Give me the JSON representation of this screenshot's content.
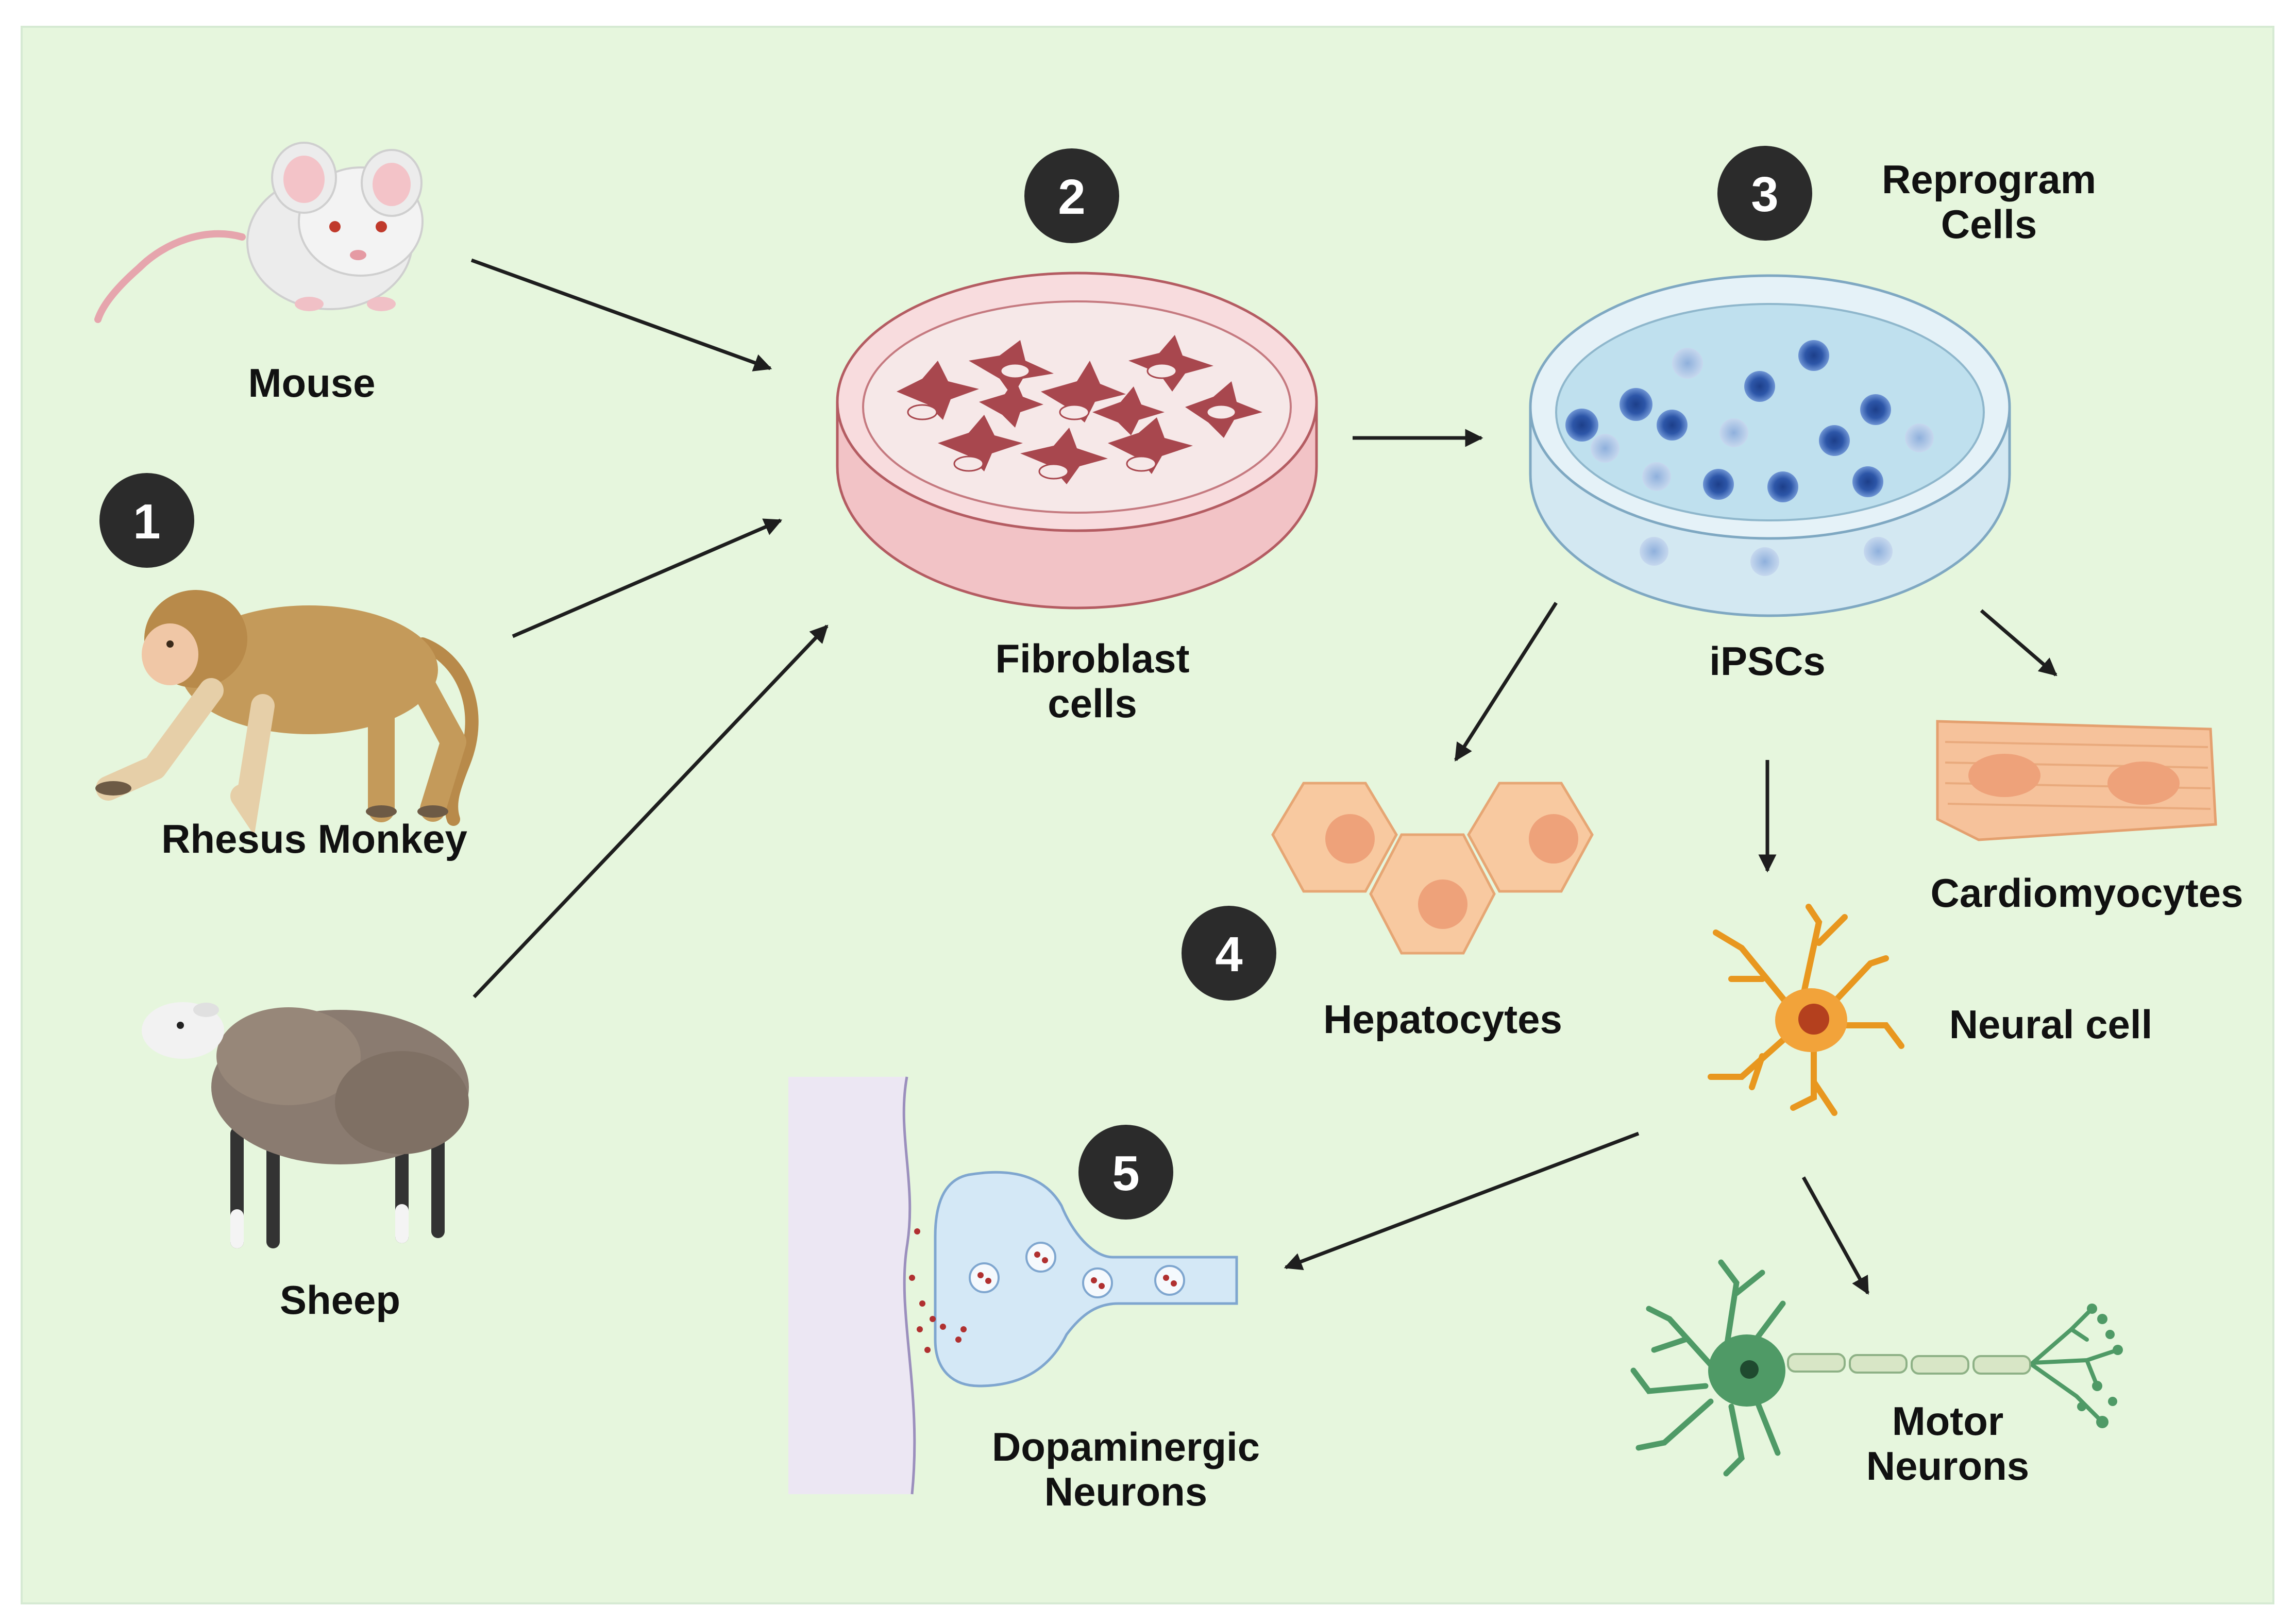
{
  "colors": {
    "background": "#e6f6dd",
    "border": "#dfeedd",
    "badge": "#2b2b2b",
    "arrow": "#1e1e1e",
    "fibroblast_dish": "#f0b6b8",
    "fibroblast_cell": "#a3464c",
    "ipsc_dish": "#cfe6f1",
    "ipsc_cell": "#2d4f9a",
    "hepatocyte": "#f8c9a0",
    "cardiomyocyte": "#f6c29b",
    "neural_cell": "#e8971f",
    "motor_neuron": "#4f9a66",
    "dopaminergic": "#d4e8f6"
  },
  "sources": [
    {
      "label": "Mouse",
      "icon": "mouse-icon"
    },
    {
      "label": "Rhesus Monkey",
      "icon": "rhesus-monkey-icon"
    },
    {
      "label": "Sheep",
      "icon": "sheep-icon"
    }
  ],
  "steps": [
    "1",
    "2",
    "3",
    "4",
    "5"
  ],
  "fibroblast": {
    "line1": "Fibroblast",
    "line2": "cells",
    "icon": "petri-dish-fibroblast-icon"
  },
  "ipsc": {
    "label": "iPSCs",
    "icon": "petri-dish-ipsc-icon"
  },
  "reprogram": {
    "line1": "Reprogram",
    "line2": "Cells"
  },
  "targets": {
    "hepatocytes": "Hepatocytes",
    "cardiomyocytes": "Cardiomyocytes",
    "neural": "Neural cell",
    "motor": {
      "line1": "Motor",
      "line2": "Neurons"
    },
    "dopaminergic": {
      "line1": "Dopaminergic",
      "line2": "Neurons"
    }
  }
}
